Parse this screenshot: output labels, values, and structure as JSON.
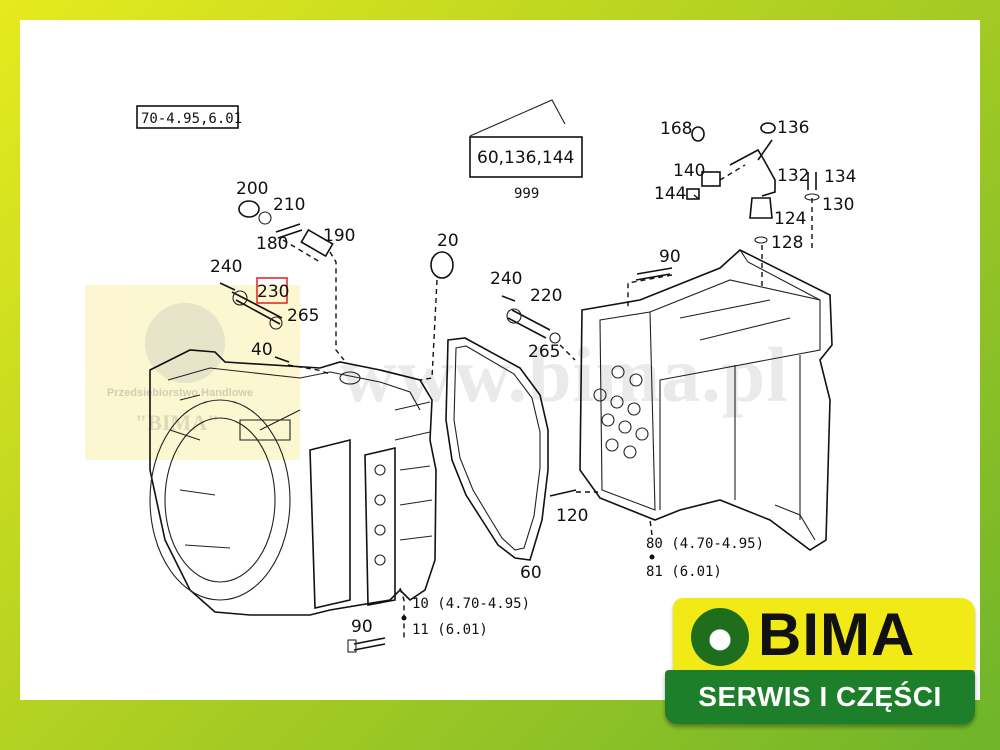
{
  "watermark": {
    "company_line": "Przedsiębiorstwo Handlowe",
    "company_name": "\"BIMA\"",
    "url": "www.bima.pl"
  },
  "diagram": {
    "variant_box": "70-4.95,6.01",
    "group_box": "60,136,144",
    "group_box_sub": "999",
    "highlight_color": "#e02020",
    "highlighted_part": "230",
    "parts": {
      "p200": "200",
      "p210": "210",
      "p180": "180",
      "p190": "190",
      "p240a": "240",
      "p230": "230",
      "p265a": "265",
      "p40": "40",
      "p20": "20",
      "p240b": "240",
      "p220": "220",
      "p265b": "265",
      "p60": "60",
      "p90a": "90",
      "p10": "10 (4.70-4.95)",
      "p11": "11 (6.01)",
      "p90b": "90",
      "p120": "120",
      "p80": "80 (4.70-4.95)",
      "p81": "81 (6.01)",
      "p168": "168",
      "p136": "136",
      "p140": "140",
      "p132": "132",
      "p134": "134",
      "p144": "144",
      "p124": "124",
      "p130": "130",
      "p128": "128"
    }
  },
  "logo": {
    "name": "BIMA",
    "tagline": "SERWIS I CZĘŚCI",
    "top_color": "#f2ea17",
    "bottom_color": "#1e7f2a"
  }
}
